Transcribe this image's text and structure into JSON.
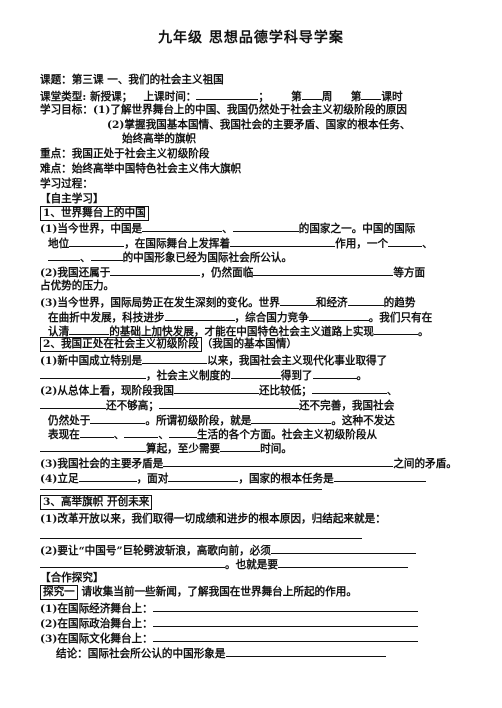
{
  "title": "九年级   思想品德学科导学案",
  "header": {
    "topic_label": "课题：第三课 一、我们的社会主义祖国",
    "type_label": "课堂类型: 新授课；",
    "time_label": "上课时间：",
    "week_label": "第",
    "week_suffix": "周",
    "period_label": "第",
    "period_suffix": "课时",
    "goals_label": "学习目标：",
    "goal_1": "(1)了解世界舞台上的中国、我国仍然处于社会主义初级阶段的原因",
    "goal_2": "(2)掌握我国基本国情、我国社会的主要矛盾、国家的根本任务、",
    "goal_2b": "始终高举的旗帜",
    "key_point": "重点：我国正处于社会主义初级阶段",
    "difficult_point": "难点：始终高举中国特色社会主义伟大旗帜",
    "process": "学习过程：",
    "self_study": "【自主学习】"
  },
  "section1": {
    "heading": "1、世界舞台上的中国",
    "q1a_1": "(1)当今世界，中国是",
    "q1a_2": "、",
    "q1a_3": "的国家之一。中国的国际",
    "q1b_1": "地位",
    "q1b_2": "，在国际舞台上发挥着",
    "q1b_3": "作用，一个",
    "q1b_4": "、",
    "q1c_1": "、",
    "q1c_2": "的中国形象已经为国际社会所公认。",
    "q2a_1": "(2)我国还属于",
    "q2a_2": "，仍然面临",
    "q2a_3": "等方面",
    "q2b": "占优势的压力。",
    "q3a_1": "(3)当今世界，国际局势正在发生深刻的变化。世界",
    "q3a_2": "和经济",
    "q3a_3": "的趋势",
    "q3b_1": "在曲折中发展，科技进步",
    "q3b_2": "，综合国力竞争",
    "q3b_3": "。我们只有在",
    "q3c_1": "认清",
    "q3c_2": "的基础上加快发展，才能在中国特色社会主义道路上实现",
    "q3c_3": "。"
  },
  "section2": {
    "heading": "2、我国正处在社会主义初级阶段",
    "heading_note": "（我国的基本国情）",
    "q1a_1": "(1)新中国成立特别是",
    "q1a_2": "以来，我国社会主义现代化事业取得了",
    "q1b_1": "，社会主义制度的",
    "q1b_2": "得到了",
    "q1b_3": "。",
    "q2a_1": "(2)从总体上看，现阶段我国",
    "q2a_2": "还比较低；",
    "q2a_3": "、",
    "q2b_1": "还不够高；",
    "q2b_2": "还不完善，我国社会",
    "q2c_1": "仍然处于",
    "q2c_2": "。所谓初级阶段，就是",
    "q2c_3": "。这种不发达",
    "q2d_1": "表现在",
    "q2d_2": "、",
    "q2d_3": "、",
    "q2d_4": "生活的各个方面。社会主义初级阶段从",
    "q2e_1": "算起，至少需要",
    "q2e_2": "时间。",
    "q3_1": "(3)我国社会的主要矛盾是",
    "q3_2": "之间的矛盾。",
    "q4_1": "(4)立足",
    "q4_2": "，面对",
    "q4_3": "，国家的根本任务是"
  },
  "section3": {
    "heading": "3、高举旗帜  开创未来",
    "q1": "(1)改革开放以来，我们取得一切成绩和进步的根本原因，归结起来就是：",
    "q2a_1": "(2)要让“中国号”巨轮劈波斩浪，高歌向前，必须",
    "q2b_1": "。也就是要"
  },
  "cooperate": {
    "heading": "【合作探究】",
    "explore_label": "探究一",
    "explore_text": "请收集当前一些新闻，了解我国在世界舞台上所起的作用。",
    "i1": "(1)在国际经济舞台上：",
    "i2": "(2)在国际政治舞台上：",
    "i3": "(3)在国际文化舞台上：",
    "conclusion": "结论：国际社会所公认的中国形象是"
  }
}
